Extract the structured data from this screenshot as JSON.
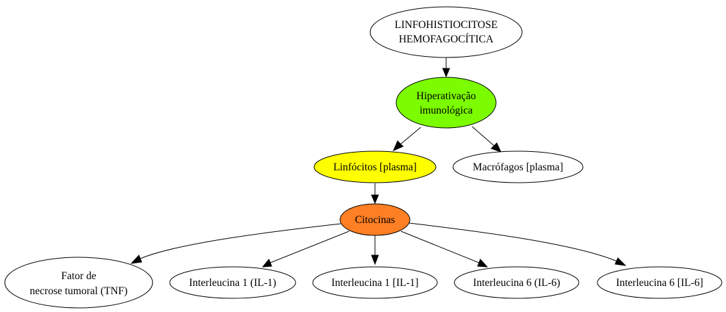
{
  "nodes": {
    "root": {
      "lines": [
        "LINFOHISTIOCITOSE",
        "HEMOFAGOCÍTICA"
      ],
      "color": "#ffffff"
    },
    "hyper": {
      "lines": [
        "Hiperativação",
        "imunológica"
      ],
      "color": "#7cfc00"
    },
    "linfo": {
      "lines": [
        "Linfócitos [plasma]"
      ],
      "color": "#ffff00"
    },
    "macro": {
      "lines": [
        "Macrófagos [plasma]"
      ],
      "color": "#ffffff"
    },
    "cito": {
      "lines": [
        "Citocinas"
      ],
      "color": "#ff7f24"
    },
    "tnf": {
      "lines": [
        "Fator de",
        "necrose tumoral (TNF)"
      ],
      "color": "#ffffff"
    },
    "il1a": {
      "lines": [
        "Interleucina 1 (IL-1)"
      ],
      "color": "#ffffff"
    },
    "il1b": {
      "lines": [
        "Interleucina 1 [IL-1]"
      ],
      "color": "#ffffff"
    },
    "il6a": {
      "lines": [
        "Interleucina 6 (IL-6)"
      ],
      "color": "#ffffff"
    },
    "il6b": {
      "lines": [
        "Interleucina 6 [IL-6]"
      ],
      "color": "#ffffff"
    }
  },
  "edges": [
    {
      "from": "root",
      "to": "hyper"
    },
    {
      "from": "hyper",
      "to": "linfo"
    },
    {
      "from": "hyper",
      "to": "macro"
    },
    {
      "from": "linfo",
      "to": "cito"
    },
    {
      "from": "cito",
      "to": "tnf"
    },
    {
      "from": "cito",
      "to": "il1a"
    },
    {
      "from": "cito",
      "to": "il1b"
    },
    {
      "from": "cito",
      "to": "il6a"
    },
    {
      "from": "cito",
      "to": "il6b"
    }
  ]
}
